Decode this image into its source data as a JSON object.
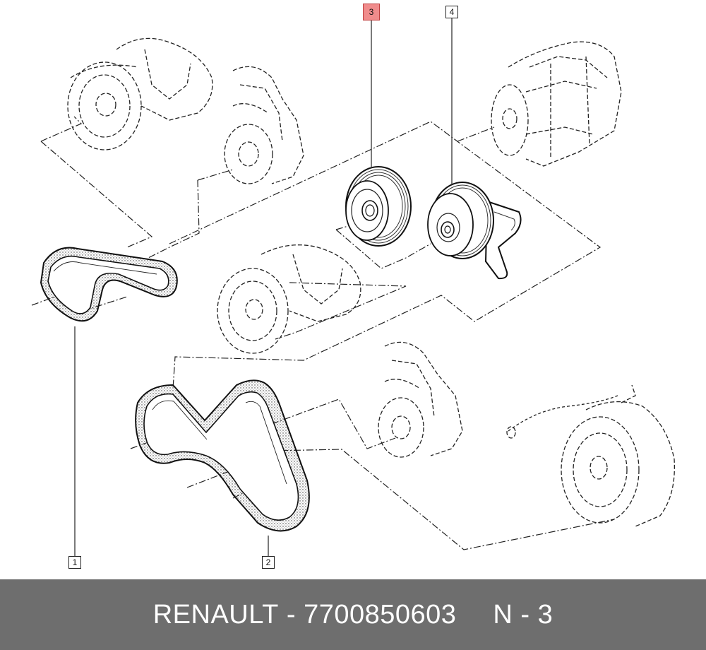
{
  "callouts": {
    "c1": "1",
    "c2": "2",
    "c3": "3",
    "c4": "4"
  },
  "colors": {
    "highlight": "#f08c8c",
    "footer_bg": "#6e6e6e",
    "footer_text": "#ffffff"
  },
  "footer": {
    "brand": "RENAULT",
    "sep": " - ",
    "part_number": "7700850603",
    "position": "N - 3"
  }
}
